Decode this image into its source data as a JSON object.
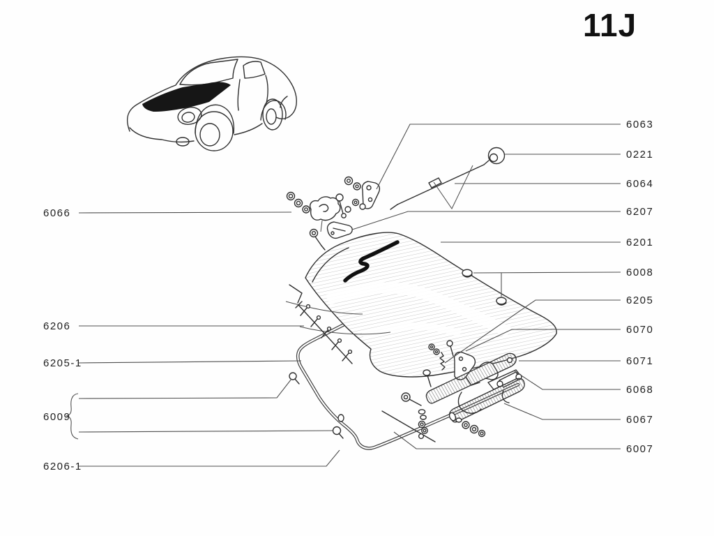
{
  "page": {
    "section_code": "11J",
    "paper_color": "#fefefe",
    "ink_color": "#2f2f2f",
    "leader_color": "#4e4e4e",
    "hood_highlight_color": "#161616"
  },
  "illustration": {
    "name": "sports-car-side-three-quarter-view-with-hood-highlighted"
  },
  "labels": {
    "left": [
      {
        "id": "6066",
        "text": "6066"
      },
      {
        "id": "6206",
        "text": "6206"
      },
      {
        "id": "6205-1",
        "text": "6205-1"
      },
      {
        "id": "6009",
        "text": "6009"
      },
      {
        "id": "6206-1",
        "text": "6206-1"
      }
    ],
    "right": [
      {
        "id": "6063",
        "text": "6063"
      },
      {
        "id": "0221",
        "text": "0221"
      },
      {
        "id": "6064",
        "text": "6064"
      },
      {
        "id": "6207",
        "text": "6207"
      },
      {
        "id": "6201",
        "text": "6201"
      },
      {
        "id": "6008",
        "text": "6008"
      },
      {
        "id": "6205",
        "text": "6205"
      },
      {
        "id": "6070",
        "text": "6070"
      },
      {
        "id": "6071",
        "text": "6071"
      },
      {
        "id": "6068",
        "text": "6068"
      },
      {
        "id": "6067",
        "text": "6067"
      },
      {
        "id": "6007",
        "text": "6007"
      }
    ]
  }
}
